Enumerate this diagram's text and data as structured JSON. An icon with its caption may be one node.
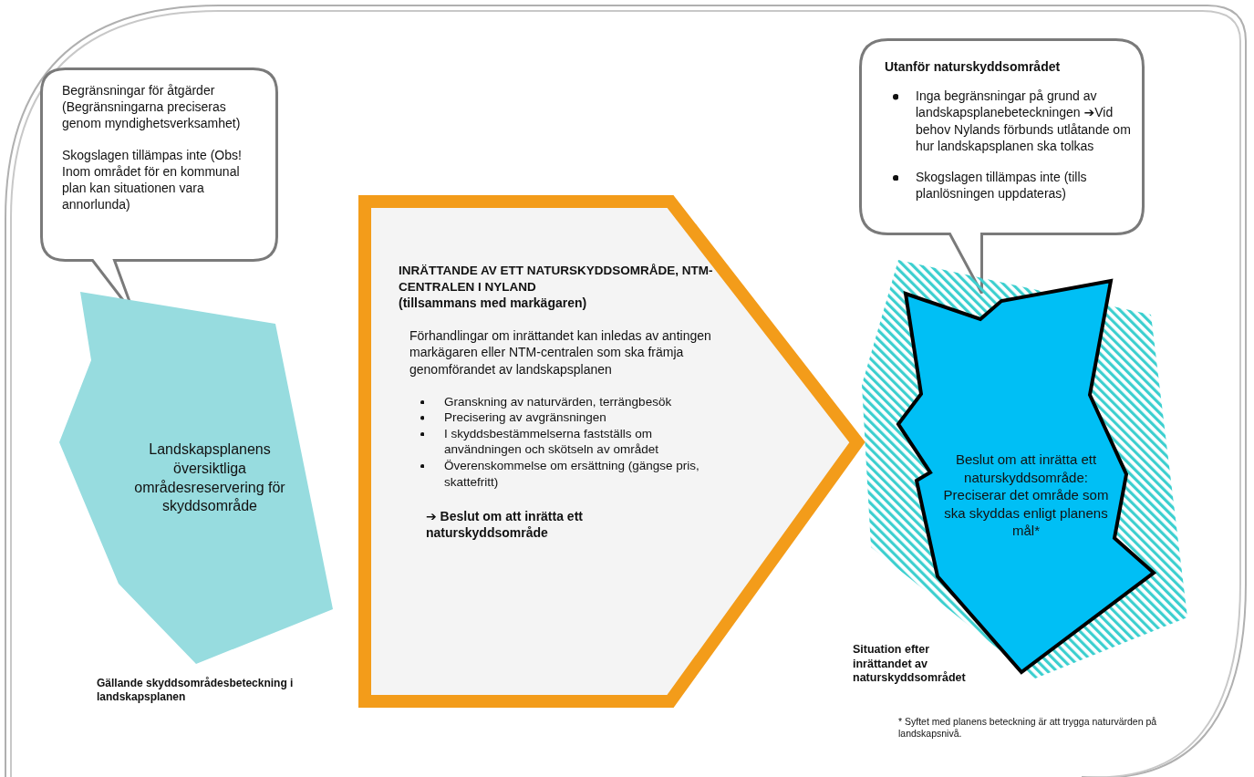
{
  "diagram": {
    "nodes": [
      {
        "text": [
          "Begränsningar för åtgärder (Begränsningarna preciseras genom myndighetsverksamhet)",
          "Skogslagen tillämpas inte (Obs! Inom området för en kommunal plan kan situationen vara annorlunda)"
        ]
      },
      {
        "text": [
          "Landskapsplanens översiktliga områdesreservering för skyddsområde"
        ],
        "beside": [
          "Gällande skyddsområdesbeteckning i landskapsplanen"
        ]
      },
      {
        "text": [
          "INRÄTTANDE AV ETT NATURSKYDDSOMRÅDE, NTM-CENTRALEN I NYLAND",
          "(tillsammans med markägaren)",
          "Förhandlingar om inrättandet kan inledas av antingen markägaren eller NTM-centralen som ska främja genomförandet av landskapsplanen",
          "Granskning av naturvärden, terrängbesök",
          "Precisering av avgränsningen",
          "I skyddsbestämmelserna fastställs om användningen och skötseln av området",
          "Överenskommelse om ersättning (gängse pris, skattefritt)",
          "➔ Beslut om att inrätta ett naturskyddsområde"
        ]
      },
      {
        "text": [
          "Utanför naturskyddsområdet",
          "Inga begränsningar på grund av landskapsplanebeteckningen ➔Vid behov Nylands förbunds utlåtande om hur landskapsplanen ska tolkas",
          "Skogslagen tillämpas inte (tills planlösningen uppdateras)"
        ]
      },
      {
        "text": [
          "Beslut om att inrätta ett naturskyddsområde: Preciserar det område som ska skyddas enligt planens mål*"
        ],
        "beside": [
          "Situation efter inrättandet av naturskyddsområdet"
        ]
      }
    ],
    "labels": [
      "* Syftet med planens beteckning är att trygga naturvärden på landskapsnivå."
    ]
  }
}
